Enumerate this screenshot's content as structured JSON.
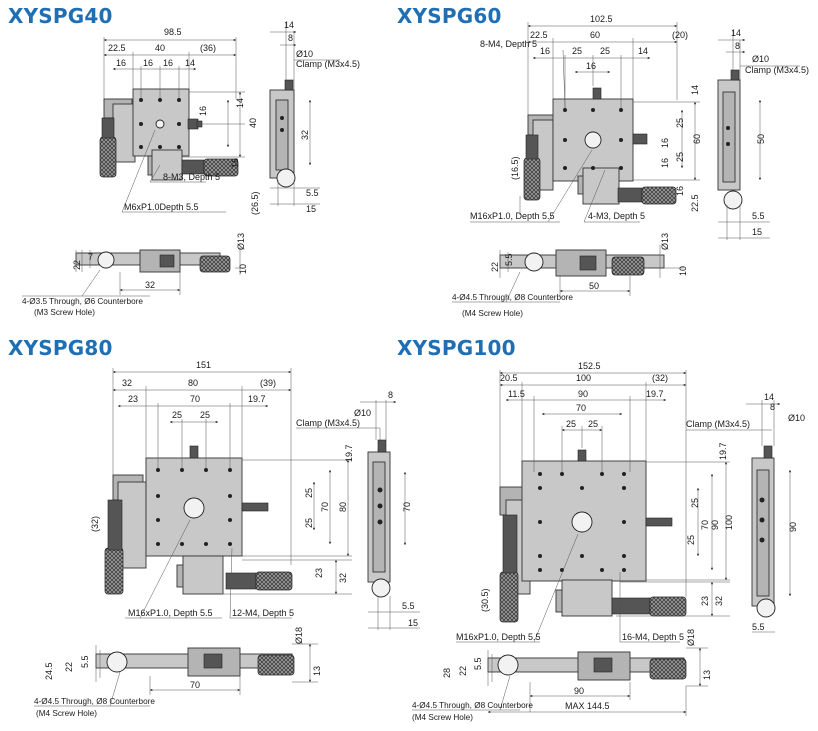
{
  "models": {
    "g40": {
      "title": "XYSPG40",
      "dims": [
        "98.5",
        "22.5",
        "40",
        "(36)",
        "16",
        "16",
        "16",
        "14",
        "14",
        "8",
        "Ø10",
        "14",
        "16",
        "40",
        "32",
        "16",
        "(26.5)",
        "5.5",
        "15",
        "Ø13",
        "22",
        "7",
        "10",
        "32"
      ],
      "labels": {
        "clamp": "Clamp (M3x4.5)",
        "tap": "8-M3, Depth 5",
        "center": "M6xP1.0Depth 5.5",
        "through": "4-Ø3.5 Through, Ø6 Counterbore",
        "screw": "(M3 Screw Hole)"
      }
    },
    "g60": {
      "title": "XYSPG60",
      "dims": [
        "102.5",
        "22.5",
        "60",
        "(20)",
        "16",
        "25",
        "25",
        "14",
        "16",
        "14",
        "8",
        "Ø10",
        "14",
        "25",
        "25",
        "16",
        "16",
        "60",
        "(16.5)",
        "16",
        "22.5",
        "50",
        "5.5",
        "15",
        "Ø13",
        "22",
        "5.5",
        "10",
        "50"
      ],
      "labels": {
        "clamp": "Clamp (M3x4.5)",
        "tap": "8-M4, Depth 5",
        "center": "M16xP1.0, Depth 5.5",
        "tap2": "4-M3, Depth 5",
        "through": "4-Ø4.5 Through, Ø8 Counterbore",
        "screw": "(M4 Screw Hole)"
      }
    },
    "g80": {
      "title": "XYSPG80",
      "dims": [
        "151",
        "32",
        "80",
        "(39)",
        "23",
        "70",
        "19.7",
        "25",
        "25",
        "Ø10",
        "8",
        "19.7",
        "25",
        "70",
        "80",
        "25",
        "70",
        "(32)",
        "23",
        "32",
        "5.5",
        "15",
        "Ø18",
        "24.5",
        "22",
        "5.5",
        "13",
        "70"
      ],
      "labels": {
        "clamp": "Clamp (M3x4.5)",
        "center": "M16xP1.0, Depth 5.5",
        "tap": "12-M4, Depth 5",
        "through": "4-Ø4.5 Through, Ø8 Counterbore",
        "screw": "(M4 Screw Hole)"
      }
    },
    "g100": {
      "title": "XYSPG100",
      "dims": [
        "152.5",
        "20.5",
        "100",
        "(32)",
        "11.5",
        "90",
        "19.7",
        "70",
        "25",
        "25",
        "14",
        "8",
        "Ø10",
        "19.7",
        "25",
        "70",
        "90",
        "100",
        "25",
        "90",
        "(30.5)",
        "23",
        "32",
        "5.5",
        "Ø18",
        "28",
        "22",
        "5.5",
        "13",
        "90",
        "MAX 144.5"
      ],
      "labels": {
        "clamp": "Clamp (M3x4.5)",
        "center": "M16xP1.0, Depth 5.5",
        "tap": "16-M4, Depth 5",
        "through": "4-Ø4.5 Through, Ø8 Counterbore",
        "screw": "(M4 Screw Hole)"
      }
    }
  },
  "colors": {
    "title": "#1f6fb4",
    "body": "#c8c8c8",
    "line": "#333333"
  },
  "icons": [
    "knurled-micrometer-icon",
    "clamp-knob-icon"
  ]
}
